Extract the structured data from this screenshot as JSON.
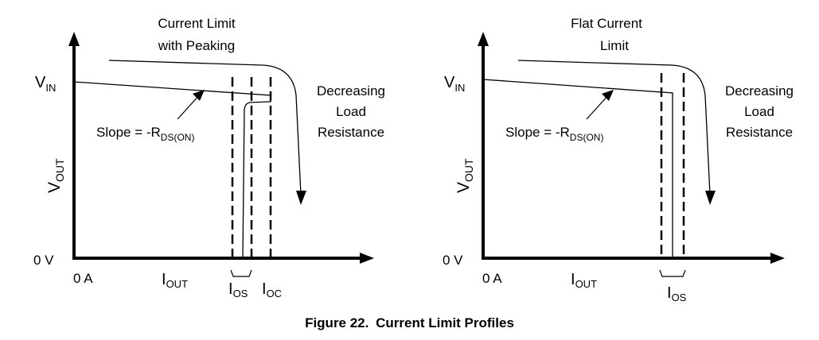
{
  "left_panel": {
    "title_line1": "Current Limit",
    "title_line2": "with Peaking",
    "y_top_label_main": "V",
    "y_top_label_sub": "IN",
    "y_axis_label_main": "V",
    "y_axis_label_sub": "OUT",
    "y_zero_label": "0 V",
    "x_zero_label": "0 A",
    "x_axis_label_main": "I",
    "x_axis_label_sub": "OUT",
    "slope_prefix": "Slope = -R",
    "slope_sub": "DS(ON)",
    "arrow_text_line1": "Decreasing",
    "arrow_text_line2": "Load",
    "arrow_text_line3": "Resistance",
    "ios_main": "I",
    "ios_sub": "OS",
    "ioc_main": "I",
    "ioc_sub": "OC"
  },
  "right_panel": {
    "title_line1": "Flat Current",
    "title_line2": "Limit",
    "y_top_label_main": "V",
    "y_top_label_sub": "IN",
    "y_axis_label_main": "V",
    "y_axis_label_sub": "OUT",
    "y_zero_label": "0 V",
    "x_zero_label": "0 A",
    "x_axis_label_main": "I",
    "x_axis_label_sub": "OUT",
    "slope_prefix": "Slope = -R",
    "slope_sub": "DS(ON)",
    "arrow_text_line1": "Decreasing",
    "arrow_text_line2": "Load",
    "arrow_text_line3": "Resistance",
    "ios_main": "I",
    "ios_sub": "OS"
  },
  "caption": {
    "figure": "Figure 22.",
    "title": "Current Limit Profiles"
  }
}
